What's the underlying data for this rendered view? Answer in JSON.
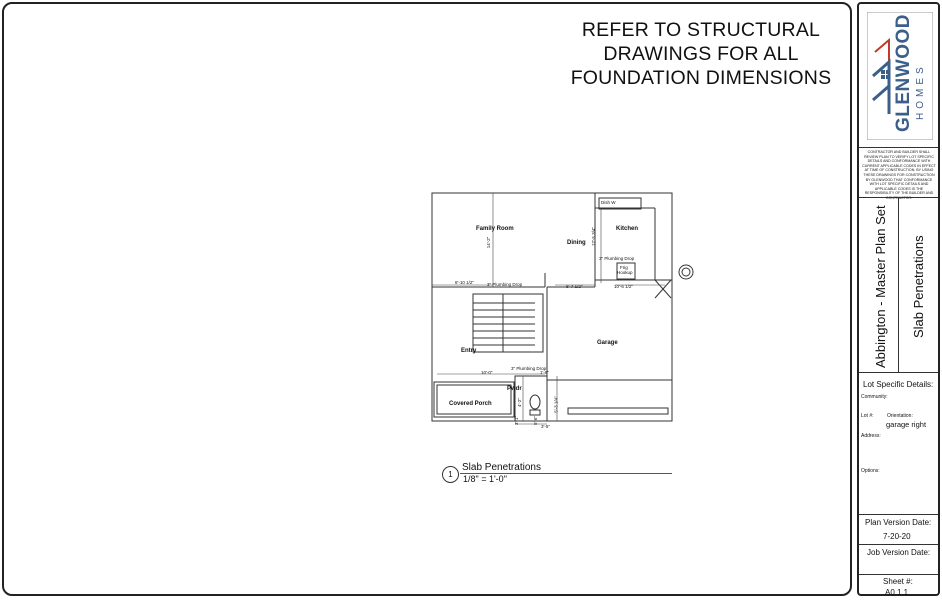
{
  "note": {
    "line1": "REFER TO STRUCTURAL",
    "line2": "DRAWINGS FOR ALL",
    "line3": "FOUNDATION DIMENSIONS"
  },
  "plan": {
    "rooms": {
      "family_room": "Family Room",
      "dining": "Dining",
      "kitchen": "Kitchen",
      "entry": "Entry",
      "garage": "Garage",
      "covered_porch": "Covered Porch",
      "pwdr": "Pwdr"
    },
    "labels": {
      "dish_w": "Dish W",
      "sink_drop": "3\" Plumbing Drop",
      "frig": "Frig",
      "hookup": "Hookup",
      "plumbing_drop_1": "3\" Plumbing Drop",
      "plumbing_drop_2": "3\" Plumbing Drop"
    },
    "dims": {
      "d1": "14'-2\"",
      "d2": "12'-5 3/4\"",
      "d3": "8'-10 1/2\"",
      "d4": "6'-7 1/2\"",
      "d5": "10'-6 1/2\"",
      "d6": "10'-0\"",
      "d7": "1'-6\"",
      "d8": "4'-2\"",
      "d9": "5'-3 1/4\"",
      "d10": "3'-1\"",
      "d11": "5'-6\"",
      "d12": "3'-5\""
    }
  },
  "caption": {
    "number": "1",
    "title": "Slab Penetrations",
    "scale": "1/8\" = 1'-0\""
  },
  "titleblock": {
    "logo_main": "GLENWOOD",
    "logo_sub": "HOMES",
    "disclaimer": "CONTRACTOR AND BUILDER SHALL REVIEW PLAN TO VERIFY LOT SPECIFIC DETAILS AND CONFORMANCE WITH CURRENT APPLICABLE CODES IN EFFECT AT TIME OF CONSTRUCTION. BY USING THESE DRAWINGS FOR CONSTRUCTION BY GLENWOOD THAT CONFORMANCE WITH LOT SPECIFIC DETAILS AND APPLICABLE CODES IS THE RESPONSIBILITY OF THE BUILDER AND CONTRACTOR.",
    "plan_set": "Abbington - Master Plan Set",
    "sheet_title": "Slab Penetrations",
    "lot_details_heading": "Lot Specific Details:",
    "community_label": "Community:",
    "lot_label": "Lot #:",
    "orientation_label": "Orientation:",
    "orientation_value": "garage right",
    "address_label": "Address:",
    "options_label": "Options:",
    "plan_version_label": "Plan Version Date:",
    "plan_version_value": "7-20-20",
    "job_version_label": "Job Version Date:",
    "sheet_label": "Sheet #:",
    "sheet_value": "A0.1.1"
  },
  "colors": {
    "logo_blue": "#3b5f8a",
    "logo_red": "#c0392b",
    "line": "#222222"
  }
}
